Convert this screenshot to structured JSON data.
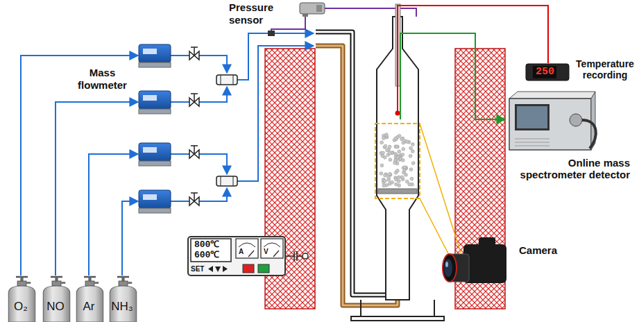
{
  "diagram": {
    "nodes": [
      {
        "text": [
          "O₂"
        ]
      },
      {
        "text": [
          "NO"
        ]
      },
      {
        "text": [
          "Ar"
        ]
      },
      {
        "text": [
          "NH₃"
        ]
      },
      {
        "text": [
          "800℃",
          "600℃",
          "A",
          "V",
          "SET"
        ]
      },
      {
        "text": [
          "250",
          "Temperature recording"
        ]
      },
      {
        "text": [
          "Online mass spectrometer detector"
        ]
      }
    ],
    "labels": [
      "Pressure sensor",
      "Mass flowmeter",
      "Camera"
    ]
  }
}
